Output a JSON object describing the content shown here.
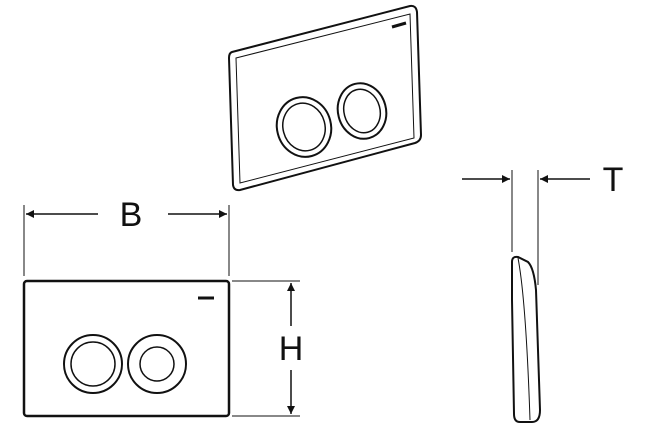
{
  "dimensions": {
    "width_label": "B",
    "height_label": "H",
    "thickness_label": "T"
  },
  "colors": {
    "line": "#111111",
    "background": "#ffffff"
  }
}
